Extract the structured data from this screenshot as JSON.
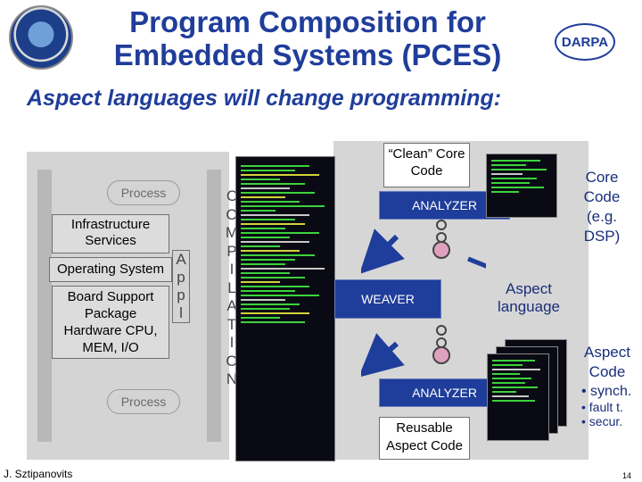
{
  "header": {
    "title_line1": "Program Composition for",
    "title_line2": "Embedded Systems (PCES)",
    "darpa_logo": "DARPA"
  },
  "subtitle": "Aspect languages will change programming:",
  "stack": {
    "process_top": "Process",
    "infrastructure": "Infrastructure Services",
    "operating_system": "Operating System",
    "board_support": "Board Support Package",
    "hardware": "Hardware CPU, MEM, I/O",
    "process_bottom": "Process",
    "appl_letters": [
      "A",
      "p",
      "p",
      "l"
    ]
  },
  "composition_letters": [
    "C",
    "O",
    "M",
    "P",
    "I",
    "L",
    "A",
    "T",
    "I",
    "O",
    "N"
  ],
  "tools": {
    "clean_code": "“Clean” Core Code",
    "analyzer_top": "ANALYZER",
    "weaver": "WEAVER",
    "analyzer_bottom": "ANALYZER",
    "reusable": "Reusable Aspect Code"
  },
  "right_labels": {
    "core_code": "Core Code (e.g. DSP)",
    "aspect_language": "Aspect language",
    "aspect_code": "Aspect Code",
    "bullets": [
      "• synch.",
      "• fault t.",
      "• secur."
    ]
  },
  "footer": {
    "author": "J. Sztipanovits",
    "page_number": "14"
  },
  "colors": {
    "title_blue": "#1f3d9a",
    "tool_box_blue": "#1f3d9a",
    "panel_gray": "#d4d4d4",
    "code_bg": "#0a0a14",
    "code_green": "#3cd23c"
  },
  "icons": [
    "dod-seal-icon",
    "darpa-logo-icon",
    "arrow-icon",
    "gear-chain-icon"
  ]
}
